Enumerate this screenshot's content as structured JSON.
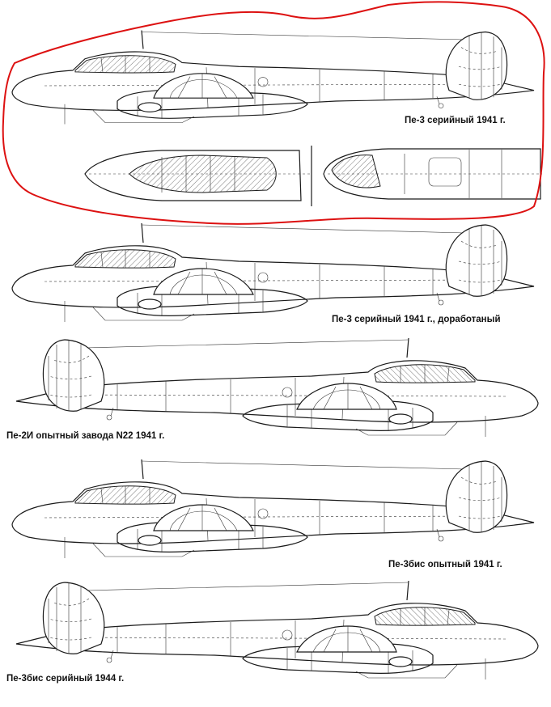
{
  "drawings": [
    {
      "id": "pe3-serial-1941",
      "caption": "Пе-3 серийный 1941 г.",
      "highlighted": true
    },
    {
      "id": "pe3-serial-1941-modified",
      "caption": "Пе-3 серийный 1941 г., доработаный",
      "highlighted": false
    },
    {
      "id": "pe2i-prototype-1941",
      "caption": "Пе-2И опытный завода N22 1941 г.",
      "highlighted": false
    },
    {
      "id": "pe3bis-prototype-1941",
      "caption": "Пе-3бис опытный 1941 г.",
      "highlighted": false
    },
    {
      "id": "pe3bis-serial-1944",
      "caption": "Пе-3бис серийный 1944 г.",
      "highlighted": false
    }
  ],
  "colors": {
    "background": "#ffffff",
    "ink": "#1a1a1a",
    "highlight_outline": "#dd1111"
  }
}
